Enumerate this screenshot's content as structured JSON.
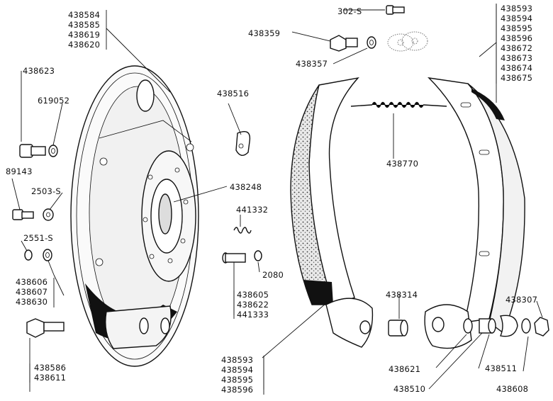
{
  "labels": {
    "backplate": [
      "438584",
      "438585",
      "438619",
      "438620"
    ],
    "p438623": "438623",
    "p619052": "619052",
    "p89143": "89143",
    "p2503": "2503-S",
    "p2551": "2551-S",
    "washer_group": [
      "438606",
      "438607",
      "438630"
    ],
    "bolt_group": [
      "438586",
      "438611"
    ],
    "p438516": "438516",
    "p438248": "438248",
    "p441332": "441332",
    "p2080": "2080",
    "pin_group": [
      "438605",
      "438622",
      "441333"
    ],
    "p302": "302-S",
    "p438359": "438359",
    "p438357": "438357",
    "p438770": "438770",
    "shoe_right_group": [
      "438593",
      "438594",
      "438595",
      "438596",
      "438672",
      "438673",
      "438674",
      "438675"
    ],
    "shoe_left_group": [
      "438593",
      "438594",
      "438595",
      "438596"
    ],
    "p438314": "438314",
    "p438307": "438307",
    "p438621": "438621",
    "p438511": "438511",
    "p438510": "438510",
    "p438608": "438608"
  }
}
